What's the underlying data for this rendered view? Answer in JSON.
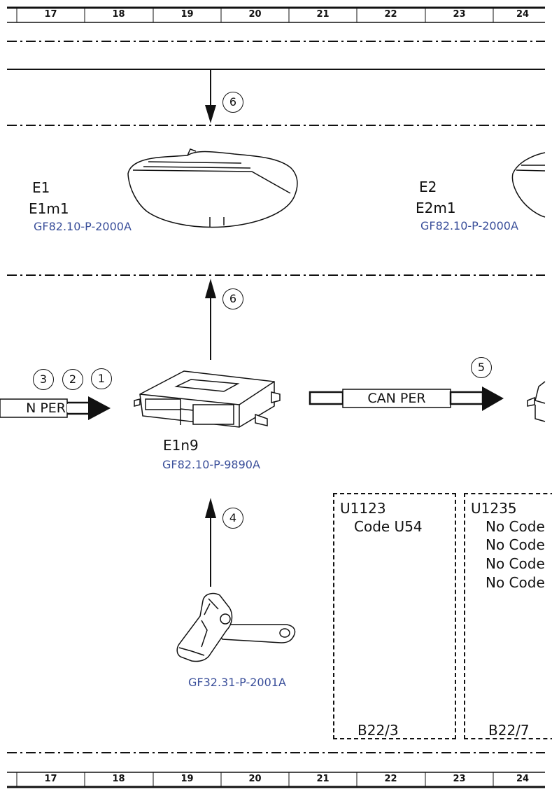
{
  "ruler": {
    "columns": [
      "17",
      "18",
      "19",
      "20",
      "21",
      "22",
      "23",
      "24"
    ]
  },
  "components": {
    "e1": {
      "name": "E1",
      "sub": "E1m1",
      "ref": "GF82.10-P-2000A"
    },
    "e2": {
      "name": "E2",
      "sub": "E2m1",
      "ref": "GF82.10-P-2000A"
    },
    "e1n9": {
      "name": "E1n9",
      "ref": "GF82.10-P-9890A"
    },
    "sensor": {
      "ref": "GF32.31-P-2001A"
    }
  },
  "bus": {
    "left_label": "N PER",
    "right_label": "CAN PER"
  },
  "bubbles": {
    "top_arrow": "6",
    "mid_arrow": "6",
    "bottom_arrow": "4",
    "right_bus": "5",
    "left_3": "3",
    "left_2": "2",
    "left_1": "1"
  },
  "code_boxes": [
    {
      "id": "U1123",
      "lines": [
        "Code U54"
      ],
      "footer": "B22/3"
    },
    {
      "id": "U1235",
      "lines": [
        "No Code",
        "No Code",
        "No Code",
        "No Code"
      ],
      "footer": "B22/7"
    }
  ]
}
